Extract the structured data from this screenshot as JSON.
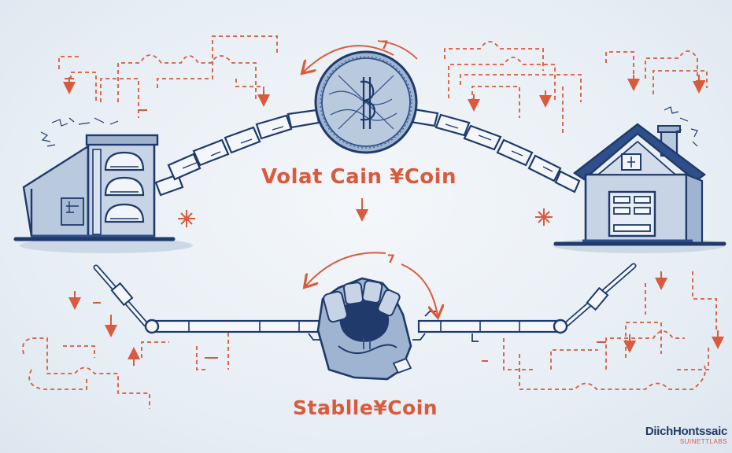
{
  "labels": {
    "volatile_coin": "Volat Cain ¥Coin",
    "stable_coin": "Stablle¥Coin"
  },
  "markers": {
    "top_arrow_number": "7",
    "bottom_arrow_number": "7"
  },
  "brand": {
    "name": "DiichHontssaic",
    "sub": "SUINETTLABS"
  },
  "icons": {
    "left_building": "office-building-icon",
    "right_building": "house-icon",
    "top_coin": "volatile-coin-icon",
    "bottom_hand": "hand-holding-coin-icon"
  },
  "colors": {
    "accent": "#d95a3c",
    "primary": "#2e4f8a",
    "light_fill": "#b9c9de",
    "background": "#e9eff5"
  }
}
